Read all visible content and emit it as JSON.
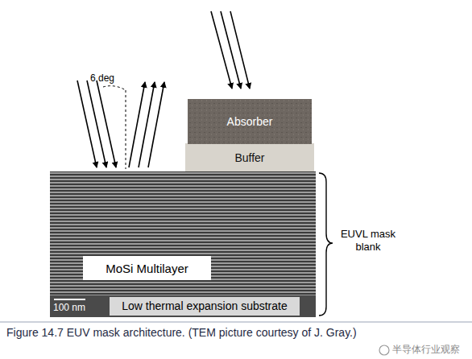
{
  "diagram": {
    "caption": "Figure 14.7 EUV mask architecture. (TEM picture courtesy of J. Gray.)",
    "nodes": [
      {
        "text": [
          "Absorber"
        ]
      },
      {
        "text": [
          "Buffer"
        ]
      },
      {
        "text": [
          "MoSi Multilayer"
        ]
      }
    ],
    "labels": [
      "6 deg",
      "100 nm",
      "Low thermal expansion substrate",
      "EUVL mask blank",
      "半导体行业观察"
    ]
  }
}
